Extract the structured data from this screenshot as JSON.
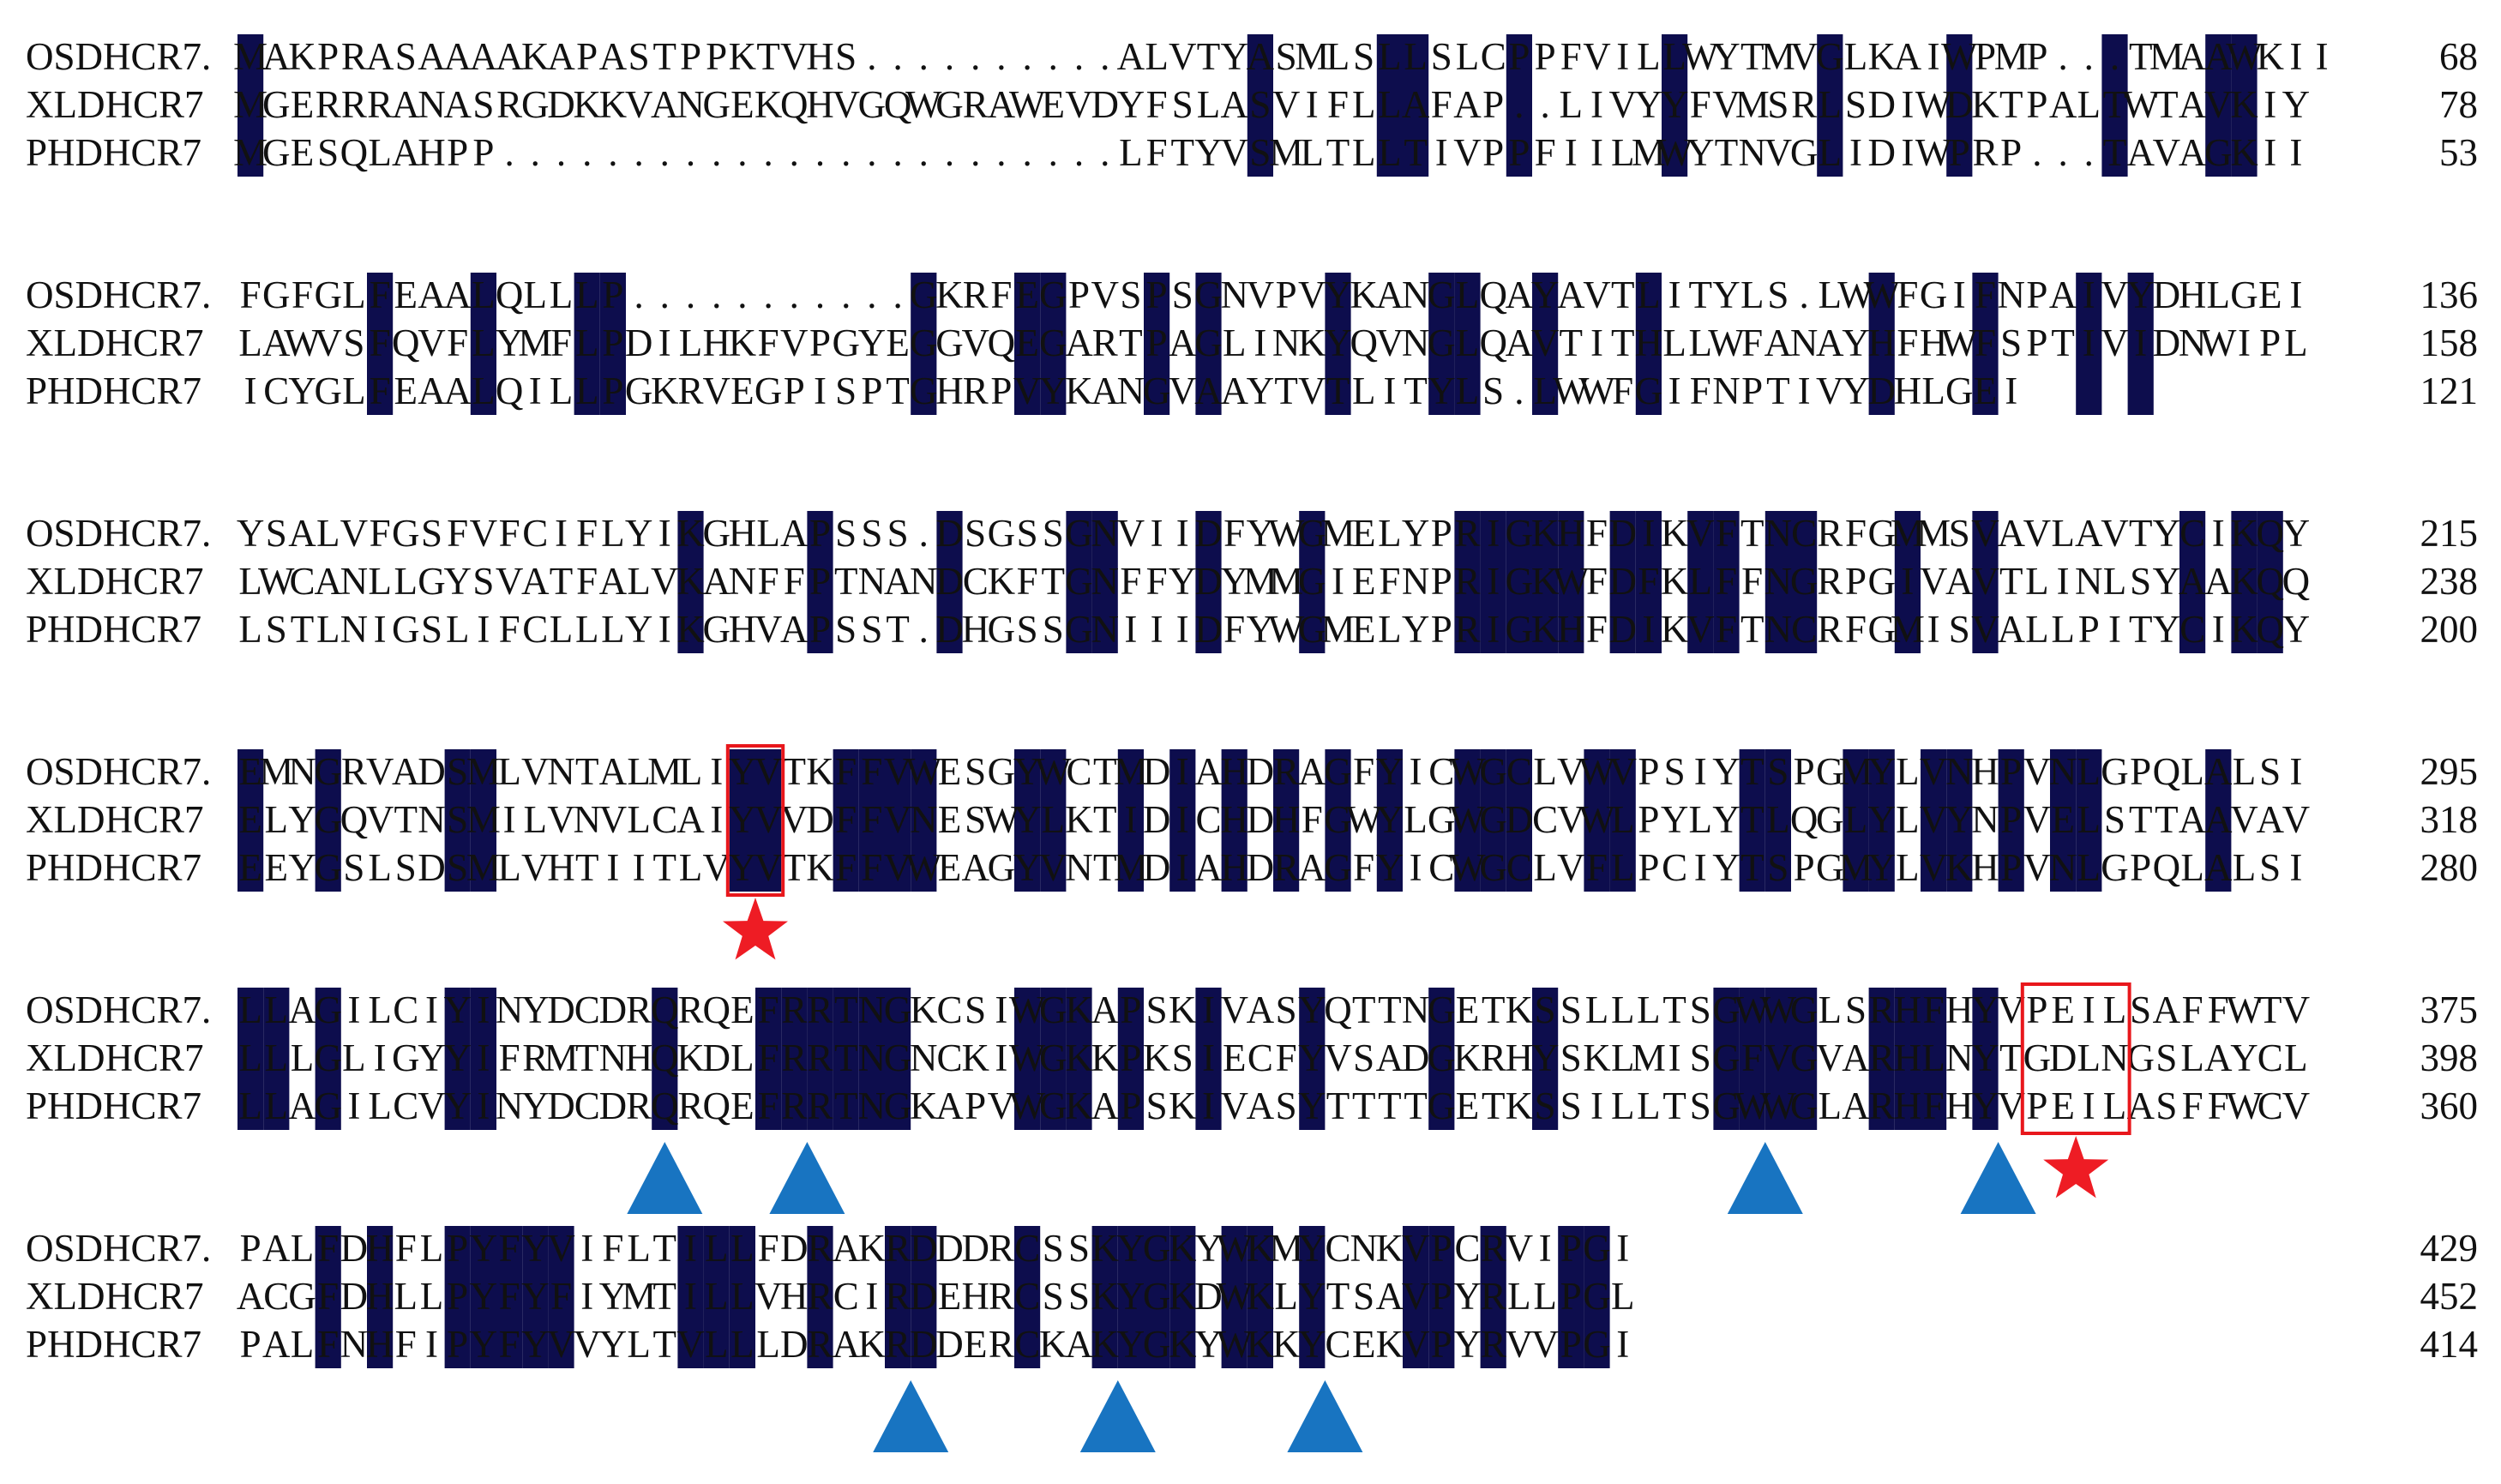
{
  "figure": {
    "colors": {
      "highlight_background": "#0d0d4d",
      "highlight_text": "#ffffff",
      "text": "#111111",
      "motif_box": "#e8171c",
      "star_marker": "#ee1c24",
      "triangle_marker": "#1874c1"
    },
    "blocks": [
      {
        "rows": [
          {
            "label": "OSDHCR7.",
            "seq": "MAKPRASAAAAKAPASTPPKTVHS..........ALVTYASMLSLLSLCPPFVILLWYTMVGLKAIWPMP...TMAAWKII",
            "end": "68"
          },
          {
            "label": "XLDHCR7",
            "seq": "MGERRRANASRGDKKVANGEKQHVGQWGRAWEVDYFSLASVIFLLAFAP..LIVYYFVMSRLSDIWDKTPALTWTAVKIY",
            "end": "78"
          },
          {
            "label": "PHDHCR7",
            "seq": "MGESQLAHPP........................LFTYVSMLTLLTIVPPFIILMWYTNVGLIDIWPRP...TAVAGKII",
            "end": "53"
          }
        ],
        "highlight_cols": [
          0,
          39,
          44,
          45,
          49,
          55,
          61,
          66,
          72,
          76,
          77
        ]
      },
      {
        "rows": [
          {
            "label": "OSDHCR7.",
            "seq": "FGFGLFEAALQLLLP...........GKRFEGPVSPSGNVPVYKANGLQAYAVTLITYLS.LWWFGIFNPAIVYDHLGEI",
            "end": "136"
          },
          {
            "label": "XLDHCR7",
            "seq": "LAWVSFQVFLYMFLPDILHKFVPGYEGGVQEGARTPAGLINKYQVNGLQAVTITHLLWFANAYHFHWFSPTIVIDNWIPL",
            "end": "158"
          },
          {
            "label": "PHDHCR7",
            "seq": "ICYGLFEAALQILLPGKRVEGPISPTGHRPVYKANGVAAYTVTLITYLS.LWWFGIFNPTIVYDHLGEI",
            "end": "121"
          }
        ],
        "highlight_cols": [
          5,
          9,
          13,
          14,
          26,
          30,
          31,
          35,
          37,
          42,
          46,
          47,
          50,
          54,
          63,
          67,
          71,
          73
        ]
      },
      {
        "rows": [
          {
            "label": "OSDHCR7.",
            "seq": "YSALVFGSFVFCIFLYIKGHLAPSSS.DSGSSGNVIIDFYWGMELYPRIGKHFDIKVFTNCRFGMMSVAVLAVTYCIKQY",
            "end": "215"
          },
          {
            "label": "XLDHCR7",
            "seq": "LWCANLLGYSVATFALVKANFFPTNANDCKFTGNFFYDYMMGIEFNPRIGKWFDFKLFFNGRPGIVAVTLINLSYAAKQQ",
            "end": "238"
          },
          {
            "label": "PHDHCR7",
            "seq": "LSTLNIGSLIFCLLLYIKGHVAPSST.DHGSSGNIIIDFYWGMELYPRIGKHFDIKVFTNCRFGMISVALLPITYCIKQY",
            "end": "200"
          }
        ],
        "highlight_cols": [
          17,
          22,
          27,
          32,
          33,
          37,
          41,
          47,
          48,
          49,
          50,
          51,
          53,
          54,
          56,
          57,
          59,
          60,
          64,
          67,
          75,
          77,
          78
        ]
      },
      {
        "rows": [
          {
            "label": "OSDHCR7.",
            "seq": "EMNGRVADSMLVNTALMLIYVTKFFVWESGYWCTMDIAHDRAGFYICWGCLVWVPSIYTSPGMYLVNHPVNLGPQLALSI",
            "end": "295"
          },
          {
            "label": "XLDHCR7",
            "seq": "ELYGQVTNSMILVNVLCAIYVVDFFVNESWYLKTIDICHDHFGWYLGWGDCVWLPYLYTLQGLYLVYNPVELSTTAAVAV",
            "end": "318"
          },
          {
            "label": "PHDHCR7",
            "seq": "EEYGSLSDSMLVHTIITLVYVTKFFVWEAGYVNTMDIAHDRAGFYICWGCLVFLPCIYTSPGMYLVKHPVNLGPQLALSI",
            "end": "280"
          }
        ],
        "highlight_cols": [
          0,
          3,
          8,
          9,
          19,
          20,
          23,
          24,
          25,
          26,
          30,
          31,
          34,
          36,
          38,
          40,
          42,
          44,
          47,
          48,
          49,
          52,
          53,
          58,
          59,
          62,
          63,
          65,
          66,
          68,
          70,
          71,
          76
        ],
        "motif_cols": [
          19,
          20
        ],
        "star_cols": [
          19.5
        ]
      },
      {
        "rows": [
          {
            "label": "OSDHCR7.",
            "seq": "LLAGILCIYINYDCDRQRQEFRRTNGKCSIWGKAPSKIVASYQTTNGETKSSLLLTSGWWGLSRHFHYVPEILSAFFWTV",
            "end": "375"
          },
          {
            "label": "XLDHCR7",
            "seq": "LLLGLIGYYIFRMTNHQKDLFRRTNGNCKIWGKKPKSIECFYVSADGKRHYSKLMISGFVGVARHLNYTGDLNGSLAYCL",
            "end": "398"
          },
          {
            "label": "PHDHCR7",
            "seq": "LLAGILCVYINYDCDRQRQEFRRTNGKAPVWGKAPSKIVASYTTTTGETKSSILLTSGWWGLARHFHYVPEILASFFWCV",
            "end": "360"
          }
        ],
        "highlight_cols": [
          0,
          1,
          3,
          8,
          9,
          16,
          20,
          21,
          22,
          23,
          24,
          25,
          30,
          31,
          32,
          34,
          37,
          41,
          46,
          50,
          57,
          58,
          59,
          60,
          63,
          64,
          65,
          67
        ],
        "motif_cols": [
          69,
          70,
          71,
          72
        ],
        "star_cols": [
          70.5
        ],
        "triangle_cols": [
          16,
          21.5,
          58.5,
          67.5
        ]
      },
      {
        "rows": [
          {
            "label": "OSDHCR7.",
            "seq": "PALFDHFLPYFYVIFLTILLFDRAKRDDDRCSSKYGKYWKMYCNKVPCRVIPGI",
            "end": "429"
          },
          {
            "label": "XLDHCR7",
            "seq": "ACGFDHLLPYFYFIYMTILLVHRCIRDEHRCSSKYGKDWKLYTSAVPYRLLPGL",
            "end": "452"
          },
          {
            "label": "PHDHCR7",
            "seq": "PALFNHFIPYFYVVYLTVLLLDRAKRDDERCKAKYGKYWKKYCEKVPYRVVPGI",
            "end": "414"
          }
        ],
        "highlight_cols": [
          3,
          5,
          8,
          9,
          10,
          11,
          12,
          17,
          18,
          19,
          22,
          25,
          26,
          30,
          33,
          34,
          35,
          36,
          38,
          39,
          41,
          45,
          46,
          48,
          51,
          52
        ],
        "triangle_cols": [
          25.5,
          33.5,
          41.5
        ]
      }
    ]
  }
}
